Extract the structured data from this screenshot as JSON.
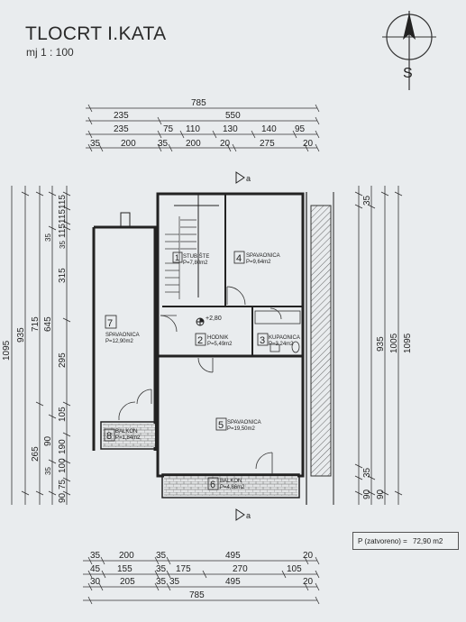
{
  "title": "TLOCRT I.KATA",
  "scale": "mj 1 : 100",
  "compass_letter": "S",
  "section_marker": "a",
  "elevation": "+2,80",
  "summary": {
    "label": "P (zatvoreno) =",
    "value": "72,90 m2"
  },
  "rooms": [
    {
      "number": "1",
      "name": "STUBIŠTE",
      "area": "P=7,80m2"
    },
    {
      "number": "2",
      "name": "HODNIK",
      "area": "P=5,49m2"
    },
    {
      "number": "3",
      "name": "KUPAONICA",
      "area": "P=3,24m2"
    },
    {
      "number": "4",
      "name": "SPAVAONICA",
      "area": "P=9,64m2"
    },
    {
      "number": "5",
      "name": "SPAVAONICA",
      "area": "P=19,50m2"
    },
    {
      "number": "6",
      "name": "BALKON",
      "area": "P=4,86m2"
    },
    {
      "number": "7",
      "name": "SPAVAONICA",
      "area": "P=12,90m2"
    },
    {
      "number": "8",
      "name": "BALKON",
      "area": "P=1,84m2"
    }
  ],
  "dims": {
    "top_total": "785",
    "top_row2": [
      "235",
      "550"
    ],
    "top_row3": [
      "235",
      "75",
      "110",
      "130",
      "140",
      "95"
    ],
    "top_row4": [
      "35",
      "200",
      "35",
      "200",
      "20",
      "275",
      "20"
    ],
    "left_col1": [
      "115",
      "115",
      "115",
      "35",
      "315",
      "295",
      "105",
      "190",
      "100",
      "75",
      "90"
    ],
    "left_col2": [
      "35",
      "645",
      "90",
      "35"
    ],
    "left_col3": [
      "715",
      "265"
    ],
    "left_col4": [
      "935"
    ],
    "left_total": "1095",
    "right_col1": [
      "35",
      "35",
      "90"
    ],
    "right_col2": [
      "935",
      "90"
    ],
    "right_col3": [
      "1005"
    ],
    "right_col4": [
      "1095"
    ],
    "bottom_row1": [
      "35",
      "200",
      "35",
      "495",
      "20"
    ],
    "bottom_row2": [
      "45",
      "155",
      "35",
      "175",
      "270",
      "105"
    ],
    "bottom_row3": [
      "30",
      "205",
      "35",
      "35",
      "495",
      "20"
    ],
    "bottom_total": "785"
  }
}
